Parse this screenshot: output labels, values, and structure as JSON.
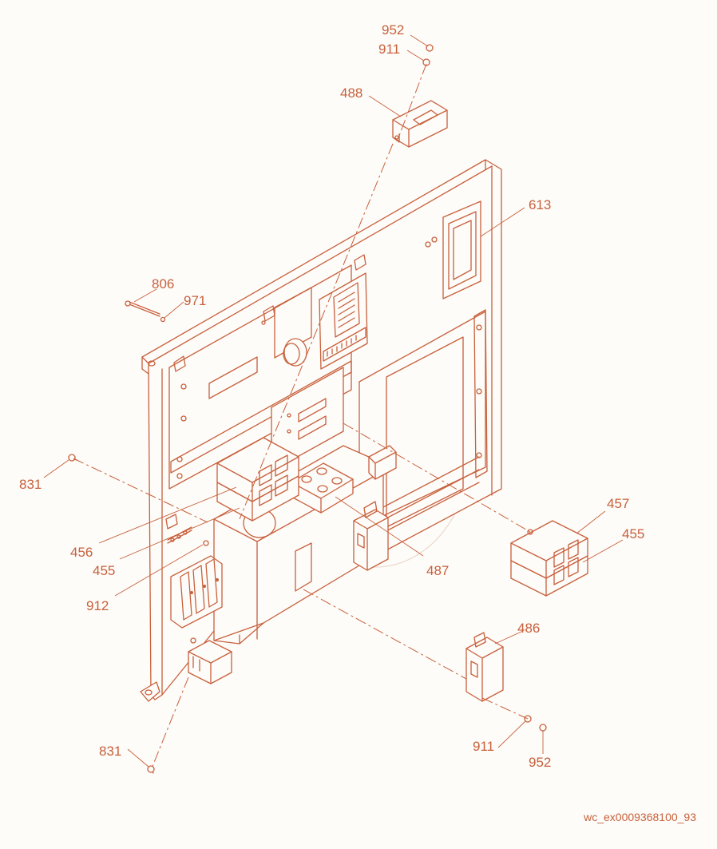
{
  "diagram": {
    "callouts": [
      {
        "id": "c952a",
        "text": "952"
      },
      {
        "id": "c911a",
        "text": "911"
      },
      {
        "id": "c488",
        "text": "488"
      },
      {
        "id": "c613",
        "text": "613"
      },
      {
        "id": "c806",
        "text": "806"
      },
      {
        "id": "c971",
        "text": "971"
      },
      {
        "id": "c831a",
        "text": "831"
      },
      {
        "id": "c456",
        "text": "456"
      },
      {
        "id": "c455a",
        "text": "455"
      },
      {
        "id": "c912",
        "text": "912"
      },
      {
        "id": "c487",
        "text": "487"
      },
      {
        "id": "c457",
        "text": "457"
      },
      {
        "id": "c455b",
        "text": "455"
      },
      {
        "id": "c486",
        "text": "486"
      },
      {
        "id": "c911b",
        "text": "911"
      },
      {
        "id": "c952b",
        "text": "952"
      },
      {
        "id": "c831b",
        "text": "831"
      }
    ],
    "reference_code": "wc_ex0009368100_93",
    "line_color": "#c8603c",
    "background": "#fdfcf9"
  }
}
